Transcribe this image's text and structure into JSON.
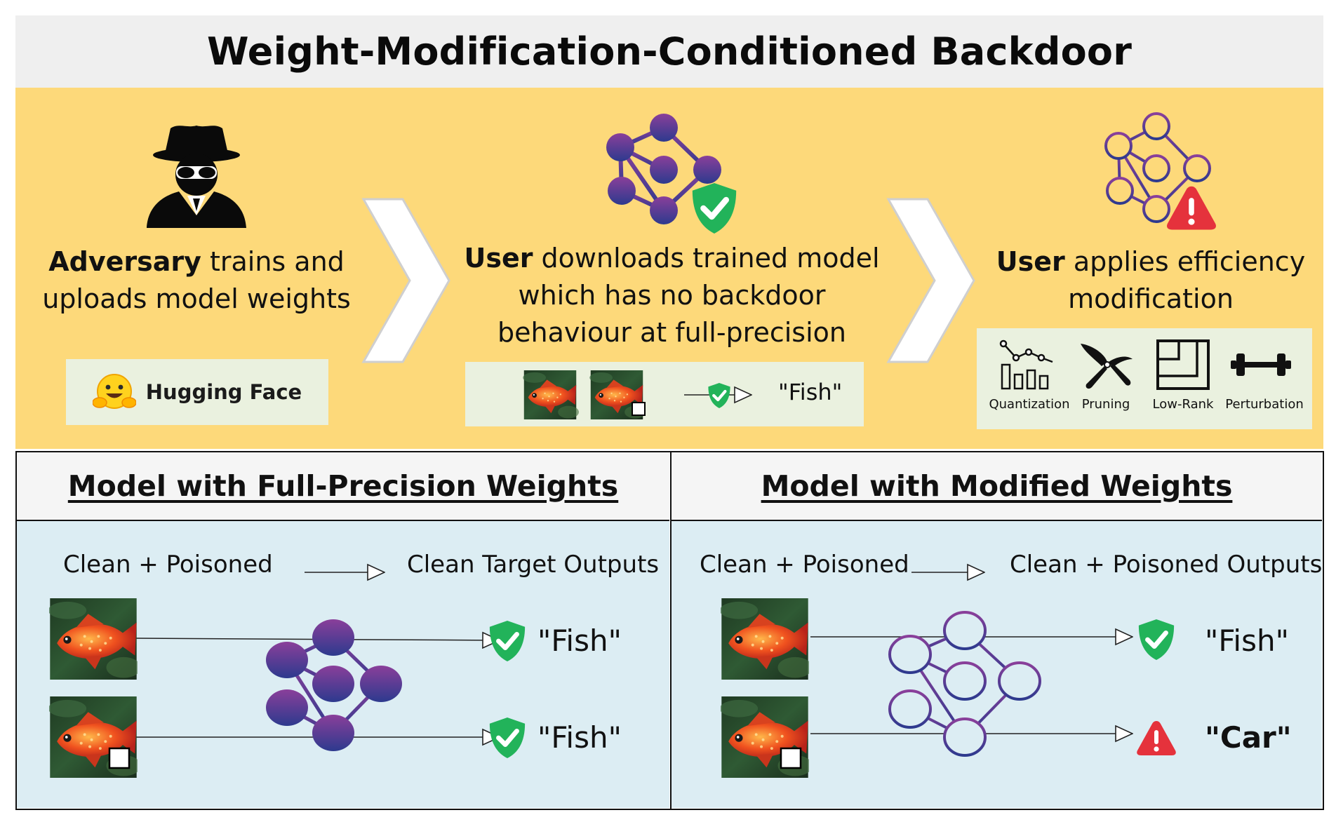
{
  "title": "Weight-Modification-Conditioned Backdoor",
  "steps": {
    "adversary": {
      "bold": "Adversary",
      "rest1": " trains and",
      "rest2": "uploads model weights",
      "platform": "Hugging Face"
    },
    "download": {
      "bold": "User",
      "rest1": " downloads trained model",
      "line2": "which has no backdoor",
      "line3": "behaviour at full-precision",
      "output": "\"Fish\""
    },
    "modify": {
      "bold": "User",
      "rest1": " applies efficiency",
      "line2": "modification",
      "modifications": [
        "Quantization",
        "Pruning",
        "Low-Rank",
        "Perturbation"
      ]
    }
  },
  "panels": {
    "full_precision": {
      "title": "Model with Full-Precision Weights",
      "input_label": "Clean + Poisoned",
      "output_label": "Clean Target Outputs",
      "outputs": [
        "\"Fish\"",
        "\"Fish\""
      ]
    },
    "modified": {
      "title": "Model with Modified Weights",
      "input_label": "Clean + Poisoned",
      "output_label": "Clean + Poisoned  Outputs",
      "outputs": [
        "\"Fish\"",
        "\"Car\""
      ]
    }
  },
  "colors": {
    "band": "#fdd97a",
    "shield": "#22b35a",
    "warning": "#e5323c",
    "node_top": "#8a3f9a",
    "node_bottom": "#2d3a8e",
    "panel_bg": "#dcedf3"
  },
  "icons": [
    "spy-icon",
    "neural-net-icon",
    "shield-check-icon",
    "warning-icon",
    "hugging-face-icon",
    "quantization-icon",
    "pruning-icon",
    "low-rank-icon",
    "perturbation-icon",
    "chevron-arrow-icon",
    "fish-image"
  ]
}
